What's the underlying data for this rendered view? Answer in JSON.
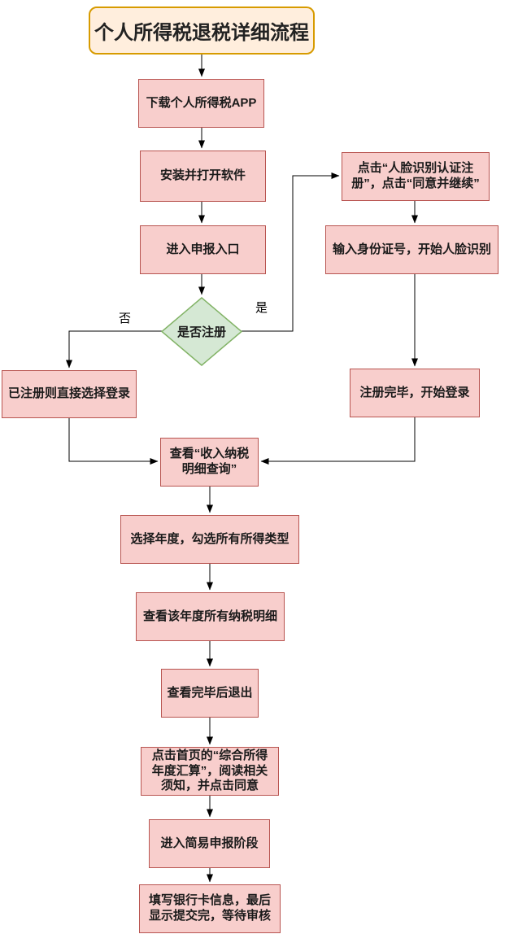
{
  "diagram": {
    "title": "个人所得税退税详细流程",
    "nodes": {
      "download": "下载个人所得税APP",
      "install": "安装并打开软件",
      "entry": "进入申报入口",
      "decision": "是否注册",
      "login_direct": "已注册则直接选择登录",
      "face_register": "点击“人脸识别认证注\n册”，点击“同意并继续”",
      "id_face": "输入身份证号，开始人脸识别",
      "register_done": "注册完毕，开始登录",
      "income_query": "查看“收入纳税\n明细查询”",
      "select_year": "选择年度，勾选所有所得类型",
      "view_detail": "查看该年度所有纳税明细",
      "exit_view": "查看完毕后退出",
      "annual_settle": "点击首页的“综合所得\n年度汇算”，阅读相关\n须知，并点击同意",
      "simple_declare": "进入简易申报阶段",
      "bank_submit": "填写银行卡信息，最后\n显示提交完，等待审核"
    },
    "edge_labels": {
      "no": "否",
      "yes": "是"
    },
    "colors": {
      "process_fill": "#f8cecc",
      "process_border": "#b85450",
      "decision_fill": "#d5e8d4",
      "decision_border": "#82b366",
      "title_fill": "#ffeedd",
      "title_border": "#d79b00",
      "arrow": "#000000",
      "text": "#1a1a1a"
    }
  }
}
